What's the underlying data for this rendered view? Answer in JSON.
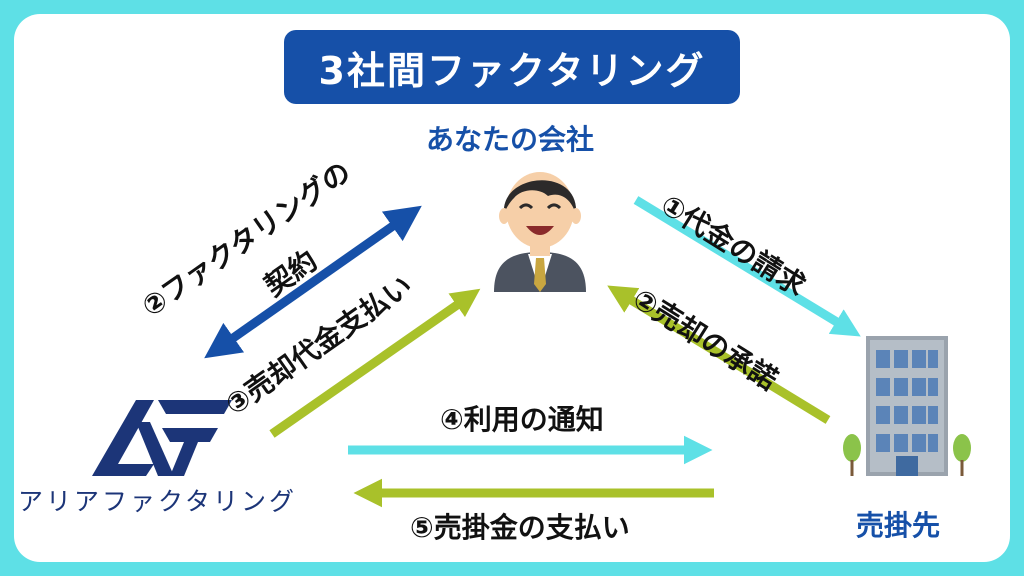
{
  "title": "3社間ファクタリング",
  "nodes": {
    "you": "あなたの会社",
    "debtor": "売掛先",
    "factoring_company": "アリアファクタリング"
  },
  "flows": {
    "f1": "①代金の請求",
    "f2a_line1": "②ファクタリングの",
    "f2a_line2": "契約",
    "f2b": "②売却の承諾",
    "f3": "③売却代金支払い",
    "f4": "④利用の通知",
    "f5": "⑤売掛金の支払い"
  },
  "colors": {
    "background": "#5ee0e6",
    "title_box": "#1650a8",
    "navy_arrow": "#1650a8",
    "cyan_arrow": "#5ee0e6",
    "green_arrow": "#a9c12a"
  },
  "icons": [
    "businessman-icon",
    "office-building-icon",
    "af-logo-icon"
  ]
}
